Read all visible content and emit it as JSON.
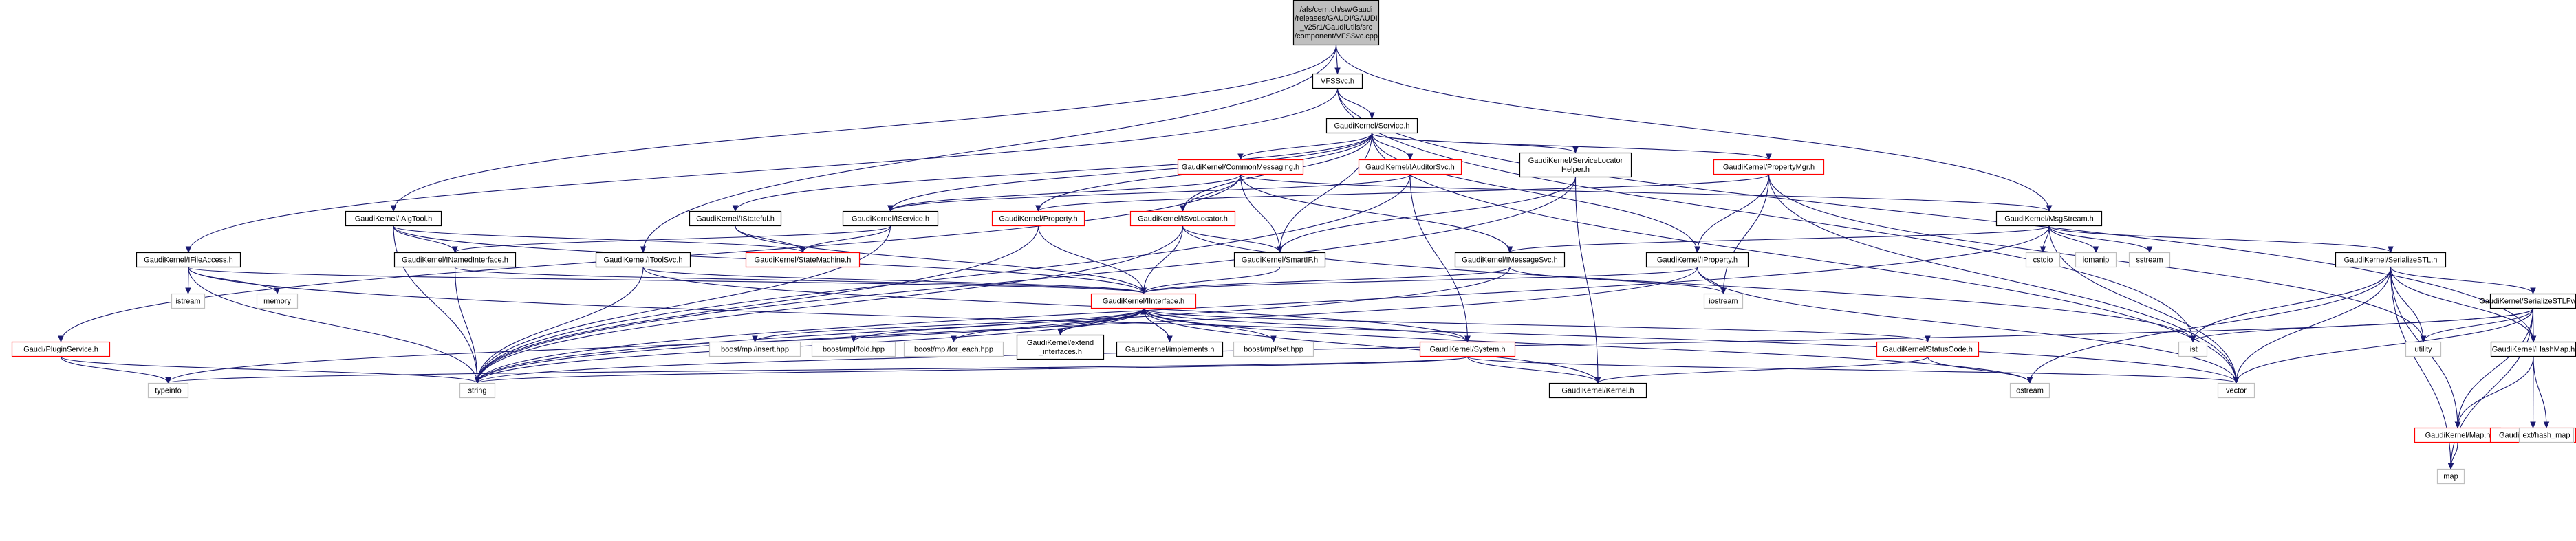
{
  "colors": {
    "edge": "#191970",
    "box_normal": "#000000",
    "box_red": "#ff0000",
    "box_external": "#bfbfbf",
    "root_fill": "#bfbfbf",
    "text": "#000000",
    "text_external": "#555555"
  },
  "nodes": {
    "root": {
      "lines": [
        "/afs/cern.ch/sw/Gaudi",
        "/releases/GAUDI/GAUDI",
        "_v25r1/GaudiUtils/src",
        "/component/VFSSvc.cpp"
      ],
      "style": "root"
    },
    "vfssvc": {
      "lines": [
        "VFSSvc.h"
      ],
      "style": "normal"
    },
    "service": {
      "lines": [
        "GaudiKernel/Service.h"
      ],
      "style": "normal"
    },
    "commonmessaging": {
      "lines": [
        "GaudiKernel/CommonMessaging.h"
      ],
      "style": "red"
    },
    "iauditorsvc": {
      "lines": [
        "GaudiKernel/IAuditorSvc.h"
      ],
      "style": "red"
    },
    "servicelocatorhelper": {
      "lines": [
        "GaudiKernel/ServiceLocator",
        "Helper.h"
      ],
      "style": "normal"
    },
    "propertymgr": {
      "lines": [
        "GaudiKernel/PropertyMgr.h"
      ],
      "style": "red"
    },
    "ialgtool": {
      "lines": [
        "GaudiKernel/IAlgTool.h"
      ],
      "style": "normal"
    },
    "istateful": {
      "lines": [
        "GaudiKernel/IStateful.h"
      ],
      "style": "normal"
    },
    "iservice": {
      "lines": [
        "GaudiKernel/IService.h"
      ],
      "style": "normal"
    },
    "property_red": {
      "lines": [
        "GaudiKernel/Property.h"
      ],
      "style": "red"
    },
    "isvclocator": {
      "lines": [
        "GaudiKernel/ISvcLocator.h"
      ],
      "style": "red"
    },
    "msgstream": {
      "lines": [
        "GaudiKernel/MsgStream.h"
      ],
      "style": "normal"
    },
    "ifileaccess": {
      "lines": [
        "GaudiKernel/IFileAccess.h"
      ],
      "style": "normal"
    },
    "inamedinterface": {
      "lines": [
        "GaudiKernel/INamedInterface.h"
      ],
      "style": "normal"
    },
    "itoolsvc": {
      "lines": [
        "GaudiKernel/IToolSvc.h"
      ],
      "style": "normal"
    },
    "statemachine": {
      "lines": [
        "GaudiKernel/StateMachine.h"
      ],
      "style": "red"
    },
    "smartif": {
      "lines": [
        "GaudiKernel/SmartIF.h"
      ],
      "style": "normal"
    },
    "imessagesvc": {
      "lines": [
        "GaudiKernel/IMessageSvc.h"
      ],
      "style": "normal"
    },
    "iproperty": {
      "lines": [
        "GaudiKernel/IProperty.h"
      ],
      "style": "normal"
    },
    "cstdio": {
      "lines": [
        "cstdio"
      ],
      "style": "external"
    },
    "iomanip": {
      "lines": [
        "iomanip"
      ],
      "style": "external"
    },
    "sstream": {
      "lines": [
        "sstream"
      ],
      "style": "external"
    },
    "serializestl": {
      "lines": [
        "GaudiKernel/SerializeSTL.h"
      ],
      "style": "normal"
    },
    "istream": {
      "lines": [
        "istream"
      ],
      "style": "external"
    },
    "memory": {
      "lines": [
        "memory"
      ],
      "style": "external"
    },
    "iinterface": {
      "lines": [
        "GaudiKernel/IInterface.h"
      ],
      "style": "red"
    },
    "iostream": {
      "lines": [
        "iostream"
      ],
      "style": "external"
    },
    "serializestlfwd": {
      "lines": [
        "GaudiKernel/SerializeSTLFwd.h"
      ],
      "style": "normal"
    },
    "pluginservice": {
      "lines": [
        "Gaudi/PluginService.h"
      ],
      "style": "red"
    },
    "mpl_insert": {
      "lines": [
        "boost/mpl/insert.hpp"
      ],
      "style": "external"
    },
    "mpl_fold": {
      "lines": [
        "boost/mpl/fold.hpp"
      ],
      "style": "external"
    },
    "mpl_for_each": {
      "lines": [
        "boost/mpl/for_each.hpp"
      ],
      "style": "external"
    },
    "extend_interfaces": {
      "lines": [
        "GaudiKernel/extend",
        "_interfaces.h"
      ],
      "style": "normal"
    },
    "implements": {
      "lines": [
        "GaudiKernel/implements.h"
      ],
      "style": "normal"
    },
    "mpl_set": {
      "lines": [
        "boost/mpl/set.hpp"
      ],
      "style": "external"
    },
    "system": {
      "lines": [
        "GaudiKernel/System.h"
      ],
      "style": "red"
    },
    "statuscode": {
      "lines": [
        "GaudiKernel/StatusCode.h"
      ],
      "style": "red"
    },
    "list": {
      "lines": [
        "list"
      ],
      "style": "external"
    },
    "utility": {
      "lines": [
        "utility"
      ],
      "style": "external"
    },
    "hashmap": {
      "lines": [
        "GaudiKernel/HashMap.h"
      ],
      "style": "normal"
    },
    "typeinfo": {
      "lines": [
        "typeinfo"
      ],
      "style": "external"
    },
    "string": {
      "lines": [
        "string"
      ],
      "style": "external"
    },
    "kernel": {
      "lines": [
        "GaudiKernel/Kernel.h"
      ],
      "style": "normal"
    },
    "ostream": {
      "lines": [
        "ostream"
      ],
      "style": "external"
    },
    "vector": {
      "lines": [
        "vector"
      ],
      "style": "external"
    },
    "map_h": {
      "lines": [
        "GaudiKernel/Map.h"
      ],
      "style": "red"
    },
    "hash_h": {
      "lines": [
        "GaudiKernel/Hash.h"
      ],
      "style": "red"
    },
    "ext_hash_map": {
      "lines": [
        "ext/hash_map"
      ],
      "style": "external"
    },
    "map": {
      "lines": [
        "map"
      ],
      "style": "external"
    }
  },
  "edges": [
    [
      "root",
      "vfssvc"
    ],
    [
      "root",
      "ialgtool"
    ],
    [
      "root",
      "itoolsvc"
    ],
    [
      "root",
      "msgstream"
    ],
    [
      "vfssvc",
      "service"
    ],
    [
      "vfssvc",
      "ifileaccess"
    ],
    [
      "vfssvc",
      "list"
    ],
    [
      "vfssvc",
      "hashmap"
    ],
    [
      "service",
      "commonmessaging"
    ],
    [
      "service",
      "iauditorsvc"
    ],
    [
      "service",
      "servicelocatorhelper"
    ],
    [
      "service",
      "propertymgr"
    ],
    [
      "service",
      "istateful"
    ],
    [
      "service",
      "iservice"
    ],
    [
      "service",
      "property_red"
    ],
    [
      "service",
      "isvclocator"
    ],
    [
      "service",
      "smartif"
    ],
    [
      "service",
      "iproperty"
    ],
    [
      "service",
      "vector"
    ],
    [
      "commonmessaging",
      "iservice"
    ],
    [
      "commonmessaging",
      "isvclocator"
    ],
    [
      "commonmessaging",
      "smartif"
    ],
    [
      "commonmessaging",
      "imessagesvc"
    ],
    [
      "commonmessaging",
      "pluginservice"
    ],
    [
      "commonmessaging",
      "msgstream"
    ],
    [
      "iauditorsvc",
      "iservice"
    ],
    [
      "iauditorsvc",
      "system"
    ],
    [
      "iauditorsvc",
      "string"
    ],
    [
      "servicelocatorhelper",
      "smartif"
    ],
    [
      "servicelocatorhelper",
      "string"
    ],
    [
      "servicelocatorhelper",
      "kernel"
    ],
    [
      "propertymgr",
      "property_red"
    ],
    [
      "propertymgr",
      "iproperty"
    ],
    [
      "propertymgr",
      "iostream"
    ],
    [
      "propertymgr",
      "vector"
    ],
    [
      "propertymgr",
      "utility"
    ],
    [
      "ialgtool",
      "inamedinterface"
    ],
    [
      "ialgtool",
      "iinterface"
    ],
    [
      "ialgtool",
      "statemachine"
    ],
    [
      "ialgtool",
      "string"
    ],
    [
      "istateful",
      "iinterface"
    ],
    [
      "istateful",
      "statemachine"
    ],
    [
      "iservice",
      "inamedinterface"
    ],
    [
      "iservice",
      "statemachine"
    ],
    [
      "iservice",
      "string"
    ],
    [
      "property_red",
      "iinterface"
    ],
    [
      "property_red",
      "string"
    ],
    [
      "isvclocator",
      "iinterface"
    ],
    [
      "isvclocator",
      "smartif"
    ],
    [
      "isvclocator",
      "string"
    ],
    [
      "isvclocator",
      "list"
    ],
    [
      "msgstream",
      "imessagesvc"
    ],
    [
      "msgstream",
      "serializestl"
    ],
    [
      "msgstream",
      "cstdio"
    ],
    [
      "msgstream",
      "iomanip"
    ],
    [
      "msgstream",
      "sstream"
    ],
    [
      "msgstream",
      "string"
    ],
    [
      "msgstream",
      "vector"
    ],
    [
      "ifileaccess",
      "iinterface"
    ],
    [
      "ifileaccess",
      "istream"
    ],
    [
      "ifileaccess",
      "memory"
    ],
    [
      "ifileaccess",
      "string"
    ],
    [
      "ifileaccess",
      "vector"
    ],
    [
      "inamedinterface",
      "iinterface"
    ],
    [
      "inamedinterface",
      "string"
    ],
    [
      "itoolsvc",
      "iinterface"
    ],
    [
      "itoolsvc",
      "system"
    ],
    [
      "itoolsvc",
      "string"
    ],
    [
      "smartif",
      "iinterface"
    ],
    [
      "imessagesvc",
      "iinterface"
    ],
    [
      "imessagesvc",
      "iostream"
    ],
    [
      "imessagesvc",
      "string"
    ],
    [
      "iproperty",
      "iinterface"
    ],
    [
      "iproperty",
      "iostream"
    ],
    [
      "iproperty",
      "string"
    ],
    [
      "iproperty",
      "vector"
    ],
    [
      "serializestl",
      "serializestlfwd"
    ],
    [
      "serializestl",
      "list"
    ],
    [
      "serializestl",
      "utility"
    ],
    [
      "serializestl",
      "vector"
    ],
    [
      "serializestl",
      "ostream"
    ],
    [
      "serializestl",
      "hashmap"
    ],
    [
      "serializestl",
      "map_h"
    ],
    [
      "serializestl",
      "map"
    ],
    [
      "serializestlfwd",
      "list"
    ],
    [
      "serializestlfwd",
      "utility"
    ],
    [
      "serializestlfwd",
      "vector"
    ],
    [
      "serializestlfwd",
      "map_h"
    ],
    [
      "serializestlfwd",
      "hashmap"
    ],
    [
      "serializestlfwd",
      "map"
    ],
    [
      "serializestlfwd",
      "string"
    ],
    [
      "iinterface",
      "mpl_insert"
    ],
    [
      "iinterface",
      "mpl_fold"
    ],
    [
      "iinterface",
      "mpl_for_each"
    ],
    [
      "iinterface",
      "extend_interfaces"
    ],
    [
      "iinterface",
      "implements"
    ],
    [
      "iinterface",
      "mpl_set"
    ],
    [
      "iinterface",
      "system"
    ],
    [
      "iinterface",
      "statuscode"
    ],
    [
      "iinterface",
      "typeinfo"
    ],
    [
      "iinterface",
      "string"
    ],
    [
      "iinterface",
      "kernel"
    ],
    [
      "iinterface",
      "ostream"
    ],
    [
      "extend_interfaces",
      "iinterface"
    ],
    [
      "implements",
      "iinterface"
    ],
    [
      "pluginservice",
      "typeinfo"
    ],
    [
      "pluginservice",
      "string"
    ],
    [
      "system",
      "kernel"
    ],
    [
      "system",
      "string"
    ],
    [
      "system",
      "typeinfo"
    ],
    [
      "system",
      "vector"
    ],
    [
      "statuscode",
      "kernel"
    ],
    [
      "statuscode",
      "ostream"
    ],
    [
      "hashmap",
      "map_h"
    ],
    [
      "hashmap",
      "hash_h"
    ],
    [
      "hashmap",
      "ext_hash_map"
    ],
    [
      "map_h",
      "map"
    ]
  ]
}
